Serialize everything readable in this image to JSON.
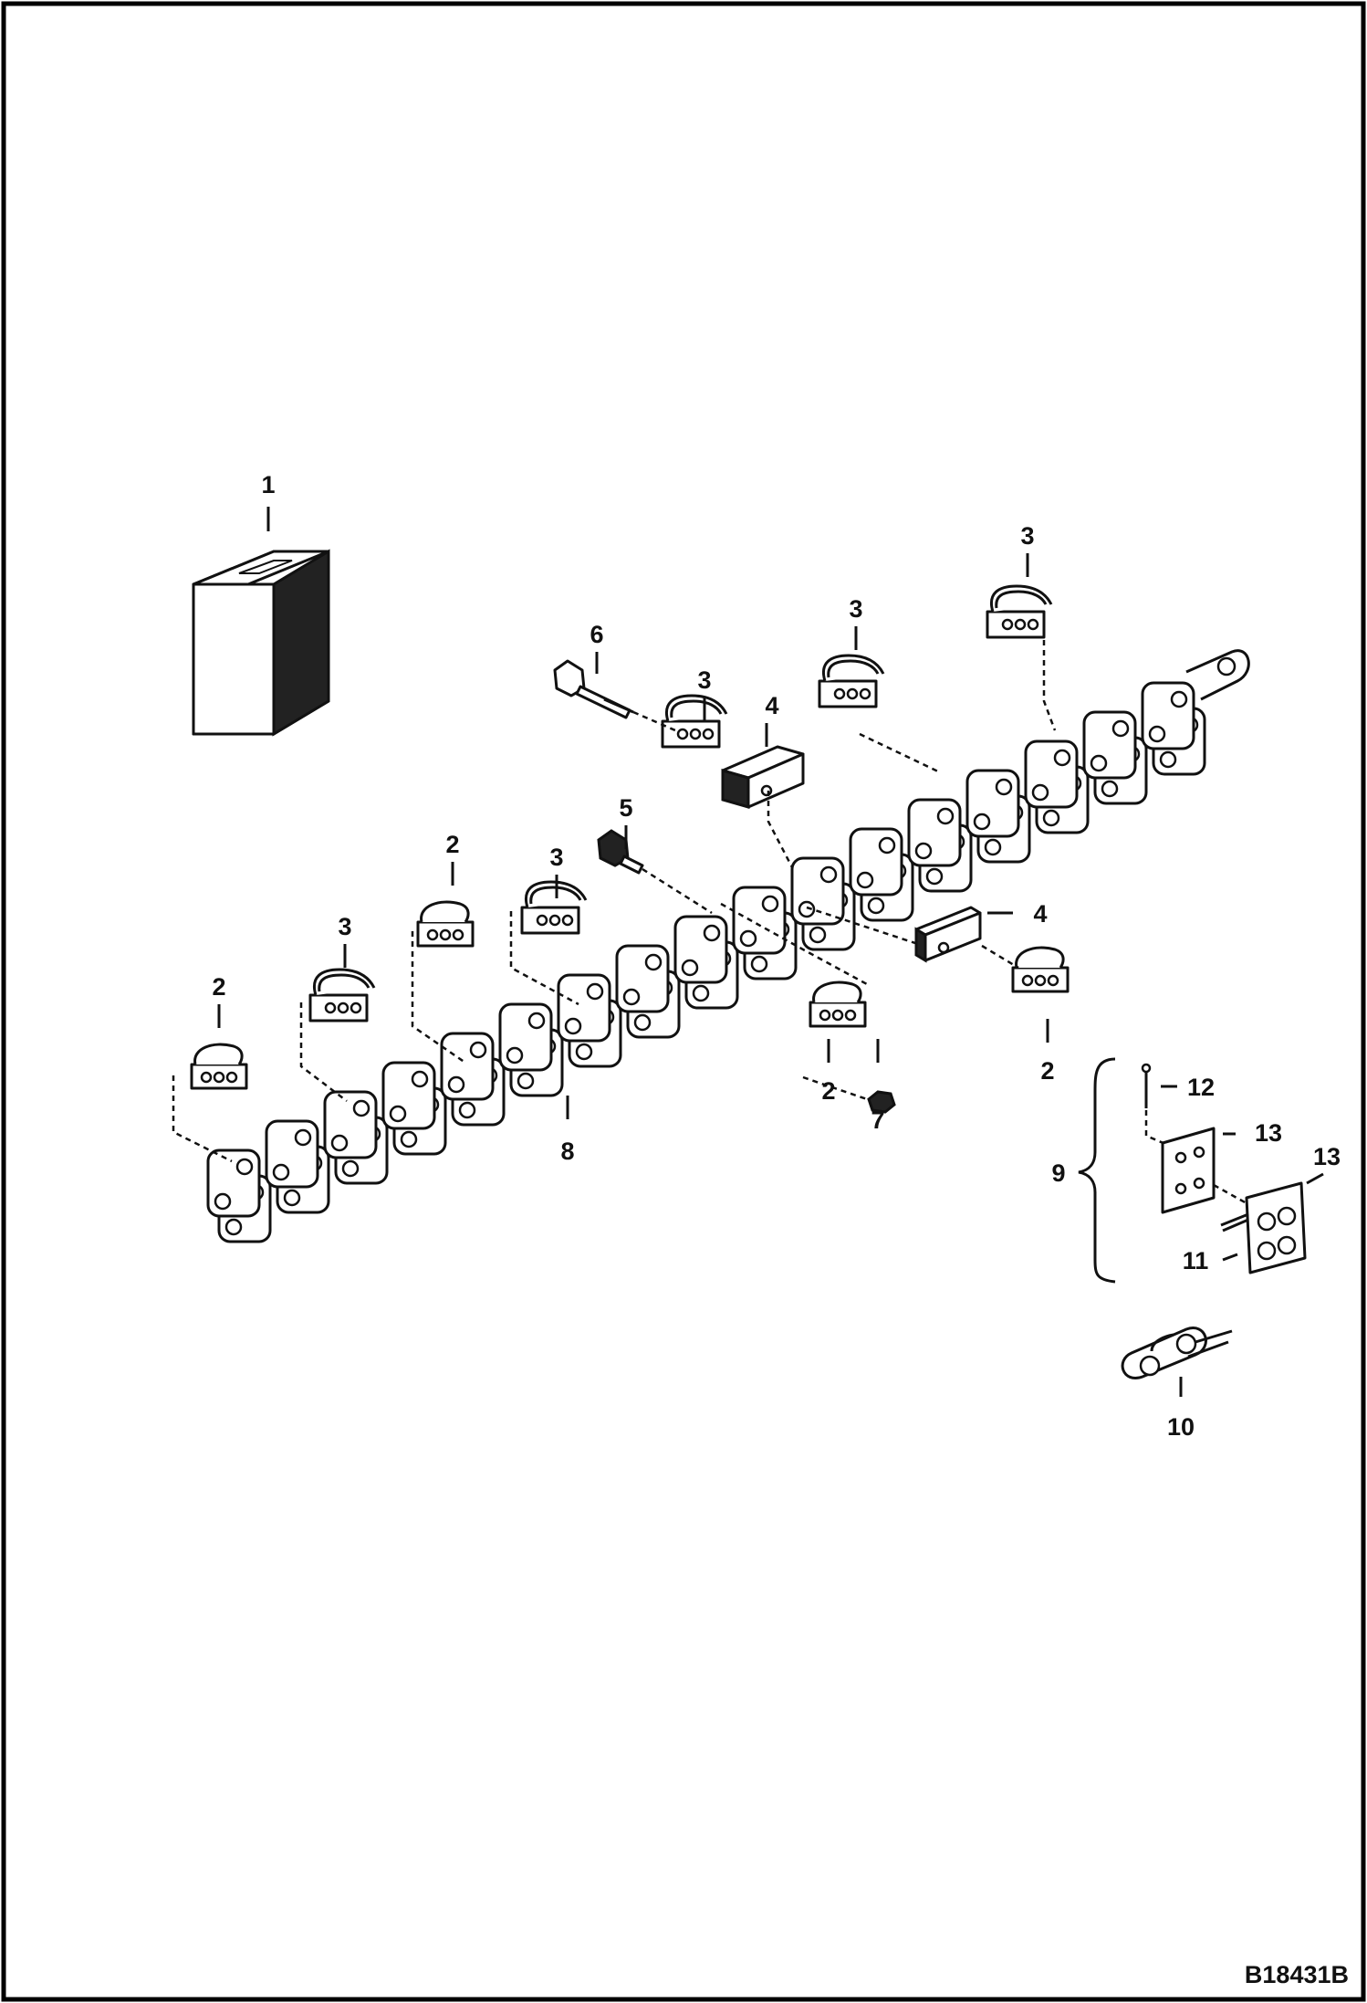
{
  "drawing": {
    "code": "B18431B",
    "border_color": "#000000",
    "ink_color": "#111111"
  },
  "callouts": [
    {
      "id": "c1",
      "label": "1"
    },
    {
      "id": "c2a",
      "label": "2"
    },
    {
      "id": "c2b",
      "label": "2"
    },
    {
      "id": "c2c",
      "label": "2"
    },
    {
      "id": "c2d",
      "label": "2"
    },
    {
      "id": "c3a",
      "label": "3"
    },
    {
      "id": "c3b",
      "label": "3"
    },
    {
      "id": "c3c",
      "label": "3"
    },
    {
      "id": "c3d",
      "label": "3"
    },
    {
      "id": "c3e",
      "label": "3"
    },
    {
      "id": "c4a",
      "label": "4"
    },
    {
      "id": "c4b",
      "label": "4"
    },
    {
      "id": "c5",
      "label": "5"
    },
    {
      "id": "c6",
      "label": "6"
    },
    {
      "id": "c7",
      "label": "7"
    },
    {
      "id": "c8",
      "label": "8"
    },
    {
      "id": "c9",
      "label": "9"
    },
    {
      "id": "c10",
      "label": "10"
    },
    {
      "id": "c11",
      "label": "11"
    },
    {
      "id": "c12",
      "label": "12"
    },
    {
      "id": "c13a",
      "label": "13"
    },
    {
      "id": "c13b",
      "label": "13"
    }
  ]
}
